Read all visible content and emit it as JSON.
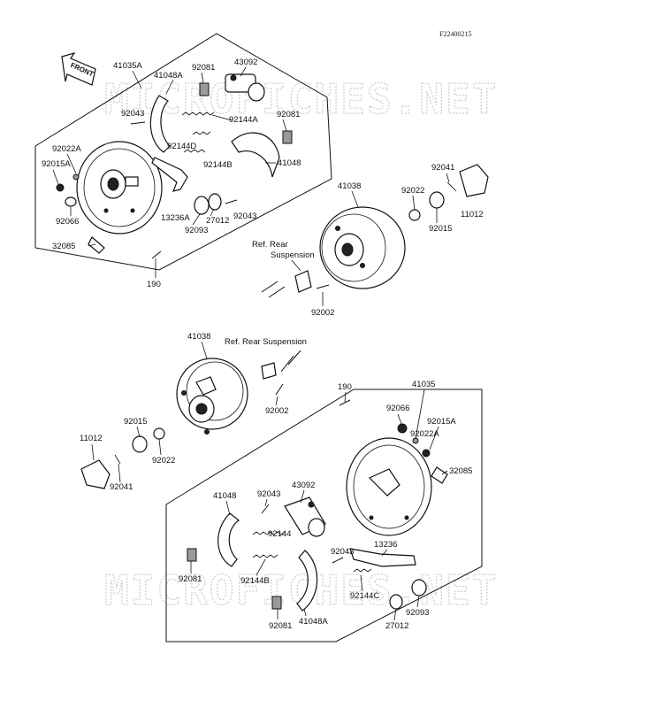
{
  "figure_code": "F22400215",
  "watermark": "MICROFICHES.NET",
  "front_arrow": "FRONT",
  "upper": {
    "labels": {
      "l41035A": "41035A",
      "l41048A": "41048A",
      "l92081a": "92081",
      "l43092": "43092",
      "l92043a": "92043",
      "l92144A": "92144A",
      "l92081b": "92081",
      "l92022A": "92022A",
      "l92144D": "92144D",
      "l92144B": "92144B",
      "l41048": "41048",
      "l92015A": "92015A",
      "l92066": "92066",
      "l13236A": "13236A",
      "l92093": "92093",
      "l27012": "27012",
      "l92043b": "92043",
      "l32085": "32085",
      "l190": "190",
      "l41038": "41038",
      "l92041": "92041",
      "l92022": "92022",
      "l11012": "11012",
      "l92015": "92015",
      "lref1": "Ref. Rear",
      "lref2": "Suspension",
      "l92002": "92002"
    }
  },
  "lower": {
    "labels": {
      "l41038": "41038",
      "lref": "Ref. Rear Suspension",
      "l92002": "92002",
      "l190": "190",
      "l41035": "41035",
      "l92066": "92066",
      "l92015A": "92015A",
      "l92022A": "92022A",
      "l32085": "32085",
      "l92015": "92015",
      "l92022": "92022",
      "l11012": "11012",
      "l92041": "92041",
      "l41048": "41048",
      "l92043a": "92043",
      "l43092": "43092",
      "l13236": "13236",
      "l92144": "92144",
      "l92043b": "92043",
      "l92081a": "92081",
      "l92144B": "92144B",
      "l92144C": "92144C",
      "l92093": "92093",
      "l27012": "27012",
      "l92081b": "92081",
      "l41048A": "41048A"
    }
  }
}
